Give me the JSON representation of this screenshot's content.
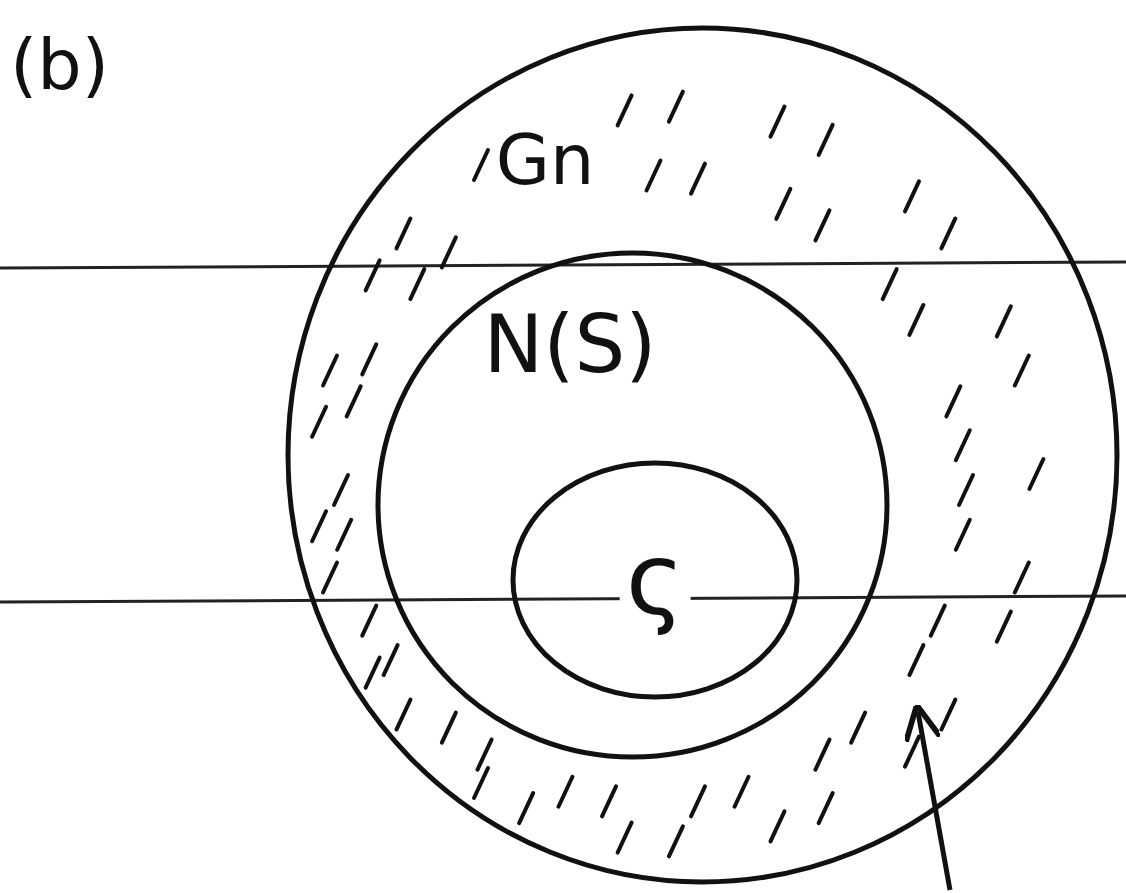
{
  "diagram": {
    "nodes": [
      {
        "text": [
          "Gn"
        ]
      },
      {
        "text": [
          "N(S)"
        ],
        "in": 0
      },
      {
        "text": [
          "ς"
        ],
        "in": 1
      }
    ],
    "labels": [
      "(b)"
    ]
  }
}
